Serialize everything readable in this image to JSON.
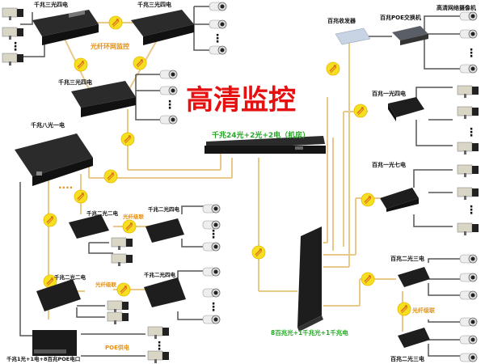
{
  "title": "高清监控",
  "colors": {
    "title": "#e61010",
    "fiber_line": "#e8c98a",
    "copper_line": "#555555",
    "fiber_node": "#f5e020",
    "label_green": "#2aa62a",
    "label_orange": "#e69010",
    "device": "#1c1c1c"
  },
  "labels": {
    "ring_sw_top_left": "千兆三光四电",
    "ring_sw_top_right": "千兆三光四电",
    "ring_sw_bottom": "千兆三光四电",
    "ring_caption": "光纤环网监控",
    "core_switch": "千兆24光+2光+2电（机房）",
    "gigabit_8f1c": "千兆八光一电",
    "sw_2f2c_a": "千兆二光二电",
    "sw_2f4c_a": "千兆二光四电",
    "cascade_a": "光纤级联",
    "sw_2f2c_b": "千兆二光二电",
    "sw_2f4c_b": "千兆二光四电",
    "cascade_b": "光纤级联",
    "poe_switch": "千兆1光+1电+8百兆POE电口",
    "poe_power": "POE供电",
    "media_converter": "百兆收发器",
    "poe_100m_switch": "百兆POE交换机",
    "hd_camera": "高清网络摄像机",
    "sw_1f4c": "百兆一光四电",
    "sw_1f7c": "百兆一光七电",
    "rack_switch": "8百兆光+1千兆光+1千兆电",
    "sw_2f3c_top": "百兆二光三电",
    "cascade_c": "光纤级联",
    "sw_2f3c_bottom": "百兆二光三电",
    "ellipsis_dots": "....",
    "vdots": "⋮"
  }
}
